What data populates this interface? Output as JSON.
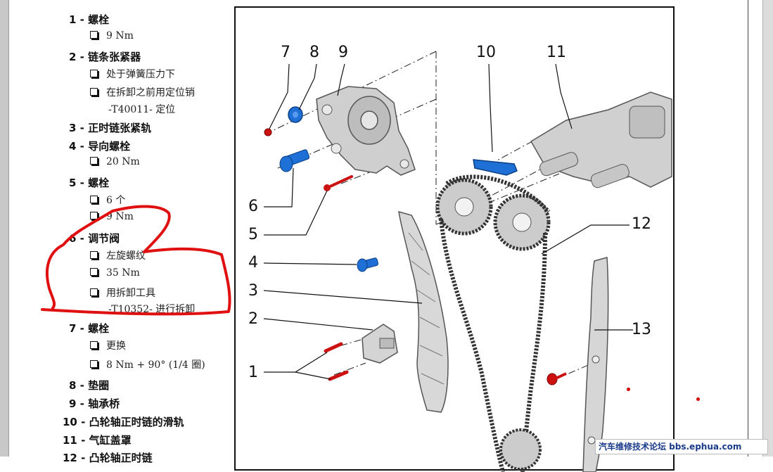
{
  "items": [
    {
      "num": "1 -",
      "label": "螺栓",
      "subs": [
        {
          "text": "9 Nm"
        }
      ]
    },
    {
      "num": "2 -",
      "label": "链条张紧器",
      "subs": [
        {
          "text": "处于弹簧压力下"
        },
        {
          "text": "在拆卸之前用定位销",
          "cont": "-T40011- 定位"
        }
      ]
    },
    {
      "num": "3 -",
      "label": "正时链张紧轨",
      "subs": []
    },
    {
      "num": "4 -",
      "label": "导向螺栓",
      "subs": [
        {
          "text": "20 Nm"
        }
      ]
    },
    {
      "num": "5 -",
      "label": "螺栓",
      "subs": [
        {
          "text": "6 个"
        },
        {
          "text": "9 Nm"
        }
      ]
    },
    {
      "num": "6 -",
      "label": "调节阀",
      "subs": [
        {
          "text": "左旋螺纹"
        },
        {
          "text": "35 Nm"
        },
        {
          "text": "用拆卸工具",
          "cont": "-T10352- 进行拆卸"
        }
      ]
    },
    {
      "num": "7 -",
      "label": "螺栓",
      "subs": [
        {
          "text": "更换"
        },
        {
          "text": "8 Nm + 90° (1/4 圈)"
        }
      ]
    },
    {
      "num": "8 -",
      "label": "垫圈",
      "subs": []
    },
    {
      "num": "9 -",
      "label": "轴承桥",
      "subs": []
    },
    {
      "num": "10 -",
      "label": "凸轮轴正时链的滑轨",
      "subs": []
    },
    {
      "num": "11 -",
      "label": "气缸盖罩",
      "subs": []
    },
    {
      "num": "12 -",
      "label": "凸轮轴正时链",
      "subs": []
    }
  ],
  "callouts": [
    "7",
    "8",
    "9",
    "10",
    "11",
    "6",
    "5",
    "4",
    "3",
    "2",
    "1",
    "12",
    "13"
  ],
  "watermark": "汽车维修技术论坛 bbs.ephua.com",
  "colors": {
    "highlight": "#e01010",
    "part_blue": "#1e6fd6",
    "part_red": "#cc1111",
    "frame": "#111111"
  }
}
